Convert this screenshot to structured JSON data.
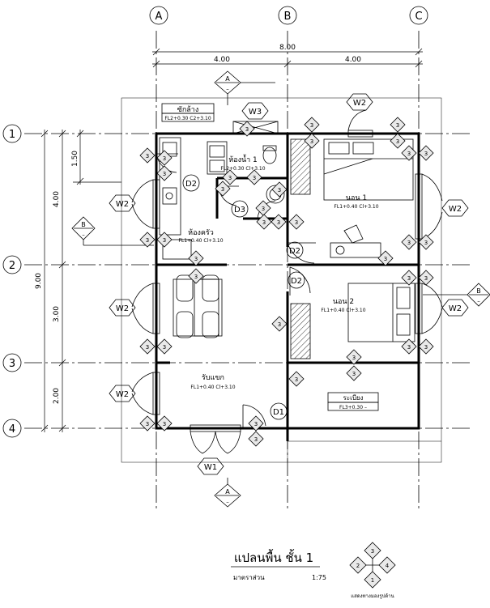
{
  "grid": {
    "cols": [
      "A",
      "B",
      "C"
    ],
    "rows": [
      "1",
      "2",
      "3",
      "4"
    ]
  },
  "dimensions": {
    "total_width": "8.00",
    "left_span": "4.00",
    "right_span": "4.00",
    "total_depth": "9.00",
    "seg_1": "1.50",
    "seg_2": "4.00",
    "seg_3": "3.00",
    "seg_4": "2.00"
  },
  "rooms": {
    "laundry": {
      "name": "ซักล้าง",
      "spec": "FL2+0.30  C2+3.10"
    },
    "bathroom": {
      "name": "ห้องน้ำ 1",
      "spec": "FL2+0.30  Cl+3.10"
    },
    "kitchen": {
      "name": "ห้องครัว",
      "spec": "FL1+0.40  Cl+3.10"
    },
    "bedroom1": {
      "name": "นอน 1",
      "spec": "FL1+0.40  Cl+3.10"
    },
    "bedroom2": {
      "name": "นอน 2",
      "spec": "FL1+0.40  Cl+3.10"
    },
    "living": {
      "name": "รับแขก",
      "spec": "FL1+0.40  Cl+3.10"
    },
    "porch": {
      "name": "ระเบียง",
      "spec": "FL3+0.30    –"
    }
  },
  "tags": {
    "w1": "W1",
    "w2": "W2",
    "w3": "W3",
    "d1": "D1",
    "d2": "D2",
    "d3": "D3",
    "section_a": "A",
    "section_b": "B",
    "dash": "–",
    "wall_num": "3"
  },
  "title": {
    "main": "แปลนพื้น  ชั้น 1",
    "scale_label": "มาตราส่วน",
    "scale_value": "1:75"
  },
  "legend": {
    "caption": "แสดงทางมองรูปด้าน",
    "n1": "1",
    "n2": "2",
    "n3": "3",
    "n4": "4"
  }
}
